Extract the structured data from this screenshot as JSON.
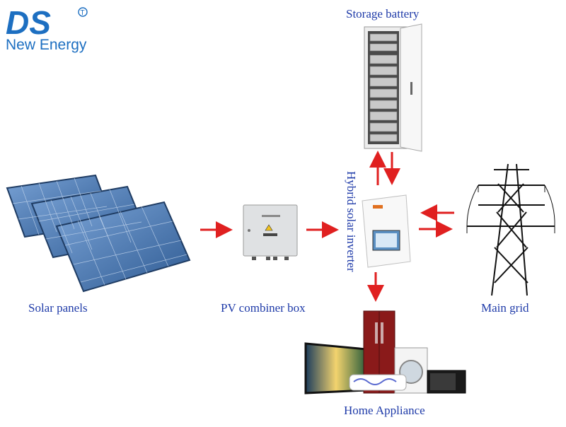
{
  "brand": {
    "logo_letters": "DS",
    "trademark": "T",
    "name": "New Energy",
    "color": "#1d6fc1"
  },
  "labels": {
    "storage_battery": "Storage battery",
    "solar_panels": "Solar panels",
    "pv_combiner_box": "PV combiner box",
    "hybrid_inverter": "Hybrid solar inverter",
    "main_grid": "Main grid",
    "home_appliance": "Home Appliance"
  },
  "colors": {
    "arrow": "#e02020",
    "label": "#1e3aa8",
    "panel": "#3d6fa8"
  }
}
